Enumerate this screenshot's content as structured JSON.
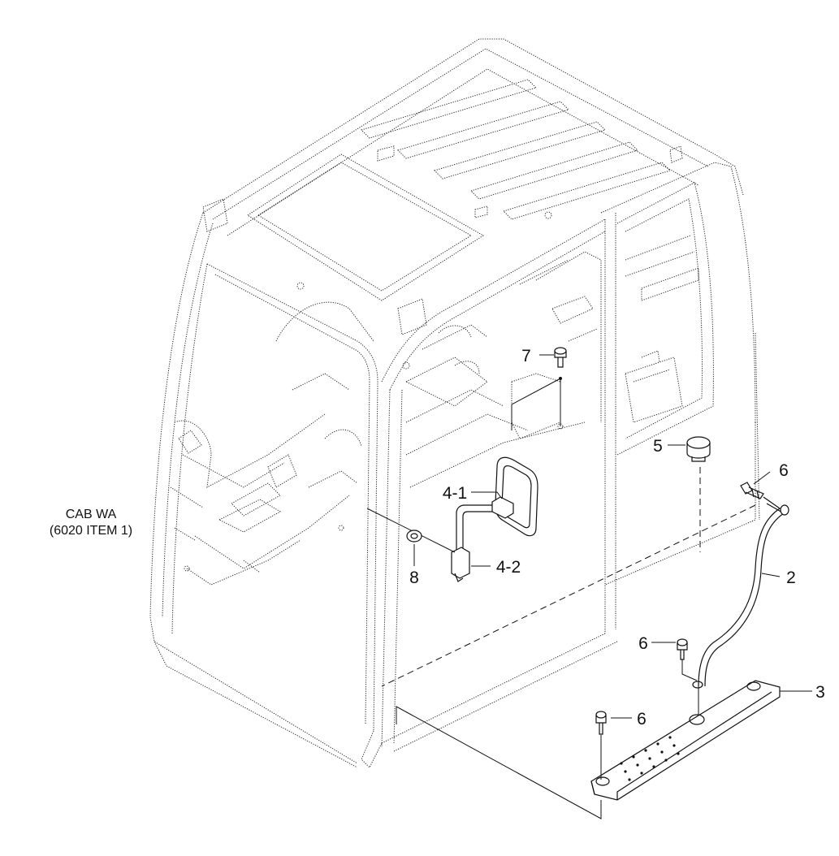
{
  "note": {
    "line1": "CAB WA",
    "line2": "(6020 ITEM 1)"
  },
  "callouts": [
    {
      "id": "c7",
      "text": "7"
    },
    {
      "id": "c5",
      "text": "5"
    },
    {
      "id": "c6a",
      "text": "6"
    },
    {
      "id": "c41",
      "text": "4-1"
    },
    {
      "id": "c2",
      "text": "2"
    },
    {
      "id": "c8",
      "text": "8"
    },
    {
      "id": "c42",
      "text": "4-2"
    },
    {
      "id": "c6b",
      "text": "6"
    },
    {
      "id": "c3",
      "text": "3"
    },
    {
      "id": "c6c",
      "text": "6"
    }
  ]
}
